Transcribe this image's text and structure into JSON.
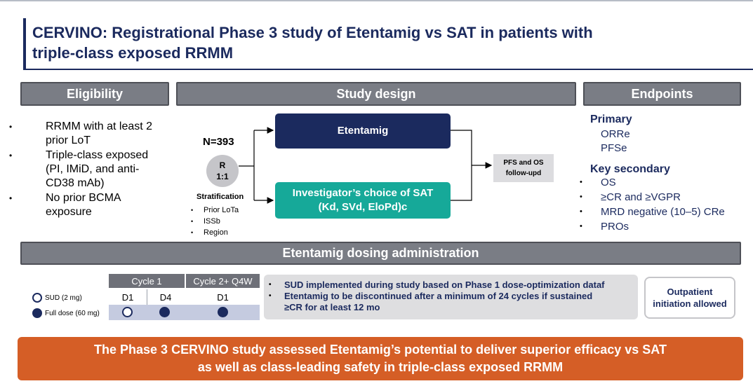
{
  "title": {
    "line1": "CERVINO: Registrational Phase 3 study of Etentamig vs SAT in patients with",
    "line2": "triple-class exposed RRMM"
  },
  "headers": {
    "eligibility": "Eligibility",
    "study_design": "Study design",
    "endpoints": "Endpoints",
    "dosing": "Etentamig dosing administration"
  },
  "eligibility": {
    "items": [
      [
        "RRMM with at least 2",
        "prior LoT"
      ],
      [
        "Triple-class exposed",
        "(PI, IMiD, and anti-",
        "CD38 mAb)"
      ],
      [
        "No prior BCMA",
        "exposure"
      ]
    ]
  },
  "design": {
    "n_label": "N=393",
    "randomization": [
      "R",
      "1:1"
    ],
    "stratification_title": "Stratification",
    "stratification_items": [
      "Prior LoTa",
      "ISSb",
      "Region"
    ],
    "arm_a": "Etentamig",
    "arm_b": [
      "Investigator’s choice of SAT",
      "(Kd, SVd, EloPd)c"
    ],
    "followup": [
      "PFS and OS",
      "follow-upd"
    ]
  },
  "endpoints": {
    "primary_label": "Primary",
    "primary_items": [
      "ORRe",
      "PFSe"
    ],
    "secondary_label": "Key secondary",
    "secondary_items": [
      "OS",
      "≥CR and ≥VGPR",
      "MRD negative (10–5) CRe",
      "PROs"
    ]
  },
  "dosing": {
    "legend": [
      "SUD (2 mg)",
      "Full dose (60 mg)"
    ],
    "cycles": [
      "Cycle 1",
      "Cycle 2+ Q4W"
    ],
    "days": [
      "D1",
      "D4",
      "D1"
    ],
    "notes": [
      "SUD implemented during study based on Phase 1 dose-optimization dataf",
      [
        "Etentamig to be discontinued after a minimum of 24 cycles if sustained",
        "≥CR for at least 12 mo"
      ]
    ],
    "outpatient": [
      "Outpatient",
      "initiation allowed"
    ]
  },
  "banner": [
    "The Phase 3 CERVINO study assessed Etentamig’s potential to deliver superior efficacy vs SAT",
    "as well as class-leading safety in triple-class exposed RRMM"
  ],
  "colors": {
    "navy": "#1b2a5e",
    "teal": "#16a999",
    "header_gray": "#7a7d85",
    "banner_orange": "#d55e26",
    "dose_row": "#c5cbe0"
  }
}
